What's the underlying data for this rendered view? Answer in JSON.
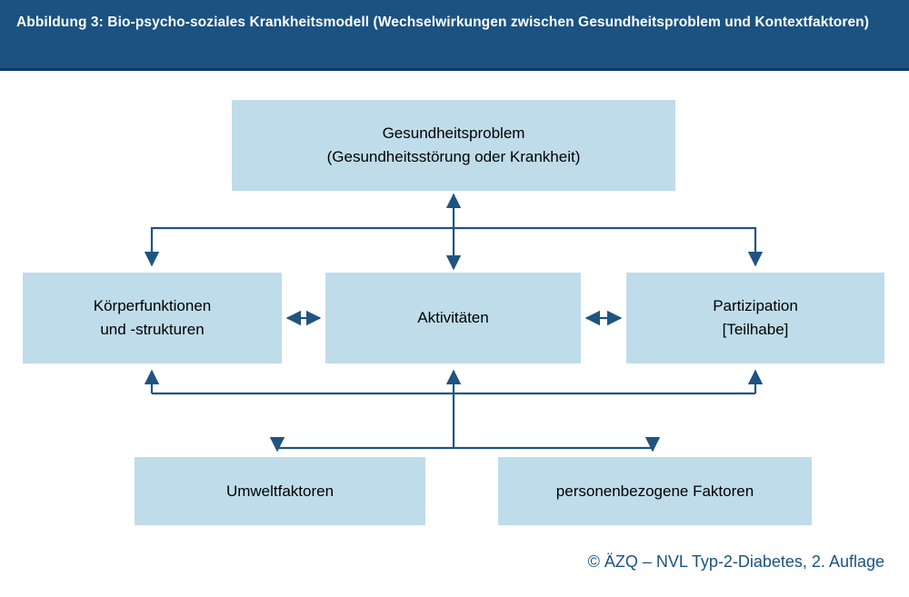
{
  "figure": {
    "caption": "Abbildung 3:  Bio-psycho-soziales Krankheitsmodell (Wechselwirkungen zwischen Gesundheitsproblem und Kontextfaktoren)",
    "credit": "© ÄZQ – NVL Typ-2-Diabetes, 2. Auflage"
  },
  "colors": {
    "header_background": "#1b5281",
    "header_text": "#ffffff",
    "box_fill": "#bfdcea",
    "box_text": "#000000",
    "connector": "#1f5480",
    "credit_text": "#1b5281",
    "page_background": "#ffffff"
  },
  "nodes": {
    "health_problem": {
      "label": "Gesundheitsproblem\n(Gesundheitsstörung oder Krankheit)",
      "line1": "Gesundheitsproblem",
      "line2": "(Gesundheitsstörung oder Krankheit)"
    },
    "body_functions": {
      "label": "Körperfunktionen\nund -strukturen",
      "line1": "Körperfunktionen",
      "line2": "und -strukturen"
    },
    "activities": {
      "label": "Aktivitäten",
      "line1": "Aktivitäten",
      "line2": ""
    },
    "participation": {
      "label": "Partizipation\n[Teilhabe]",
      "line1": "Partizipation",
      "line2": "[Teilhabe]"
    },
    "environmental_factors": {
      "label": "Umweltfaktoren",
      "line1": "Umweltfaktoren",
      "line2": ""
    },
    "personal_factors": {
      "label": "personenbezogene Faktoren",
      "line1": "personenbezogene Faktoren",
      "line2": ""
    }
  },
  "connections": [
    {
      "name": "health-problem-to-activities",
      "from": "health_problem",
      "to": "activities",
      "style": "double-headed-vertical"
    },
    {
      "name": "health-problem-to-body-functions",
      "from": "health_problem",
      "to": "body_functions",
      "style": "elbow-down"
    },
    {
      "name": "health-problem-to-participation",
      "from": "health_problem",
      "to": "participation",
      "style": "elbow-down"
    },
    {
      "name": "body-functions-to-activities",
      "from": "body_functions",
      "to": "activities",
      "style": "double-headed-horizontal"
    },
    {
      "name": "activities-to-participation",
      "from": "activities",
      "to": "participation",
      "style": "double-headed-horizontal"
    },
    {
      "name": "context-factors-to-body-functions",
      "from": "context_factors",
      "to": "body_functions",
      "style": "elbow-up"
    },
    {
      "name": "context-factors-to-activities",
      "from": "context_factors",
      "to": "activities",
      "style": "elbow-up"
    },
    {
      "name": "context-factors-to-participation",
      "from": "context_factors",
      "to": "participation",
      "style": "elbow-up"
    },
    {
      "name": "middle-row-to-environmental-factors",
      "from": "middle_row",
      "to": "environmental_factors",
      "style": "elbow-down"
    },
    {
      "name": "middle-row-to-personal-factors",
      "from": "middle_row",
      "to": "personal_factors",
      "style": "elbow-down"
    }
  ]
}
